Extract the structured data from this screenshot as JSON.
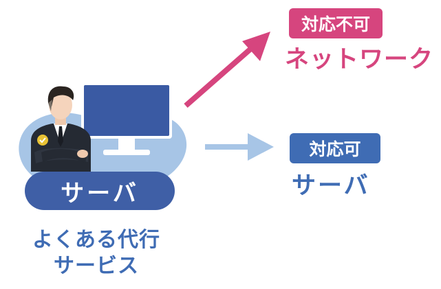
{
  "colors": {
    "pink": "#d6457e",
    "blue": "#3f6cb4",
    "light_blue": "#a7c5e6",
    "navy": "#2b4f93",
    "pill": "#3f5fa6",
    "monitor": "#3a5aa3",
    "suit": "#252a33",
    "badge_check": "#e8c234"
  },
  "unsupported": {
    "badge": "対応不可",
    "label": "ネットワーク"
  },
  "supported": {
    "badge": "対応可",
    "label": "サーバ"
  },
  "server_pill": "サーバ",
  "caption": {
    "line1": "よくある代行",
    "line2": "サービス"
  },
  "icons": [
    "person-icon",
    "monitor-icon",
    "check-badge-icon",
    "arrow-up-right-icon",
    "arrow-right-icon"
  ]
}
